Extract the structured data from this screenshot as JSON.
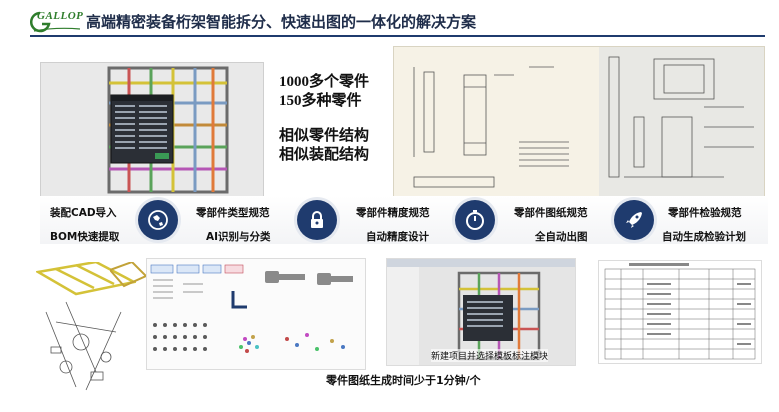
{
  "header": {
    "logo_text": "GALLOP",
    "title": "高端精密装备桁架智能拆分、快速出图的一体化的解决方案"
  },
  "stats": {
    "line1": "1000多个零件",
    "line2": "150多种零件",
    "line3": "相似零件结构",
    "line4": "相似装配结构"
  },
  "process": [
    {
      "icon": "globe-icon",
      "top": "装配CAD导入",
      "bottom": "BOM快速提取"
    },
    {
      "icon": "lock-icon",
      "top": "零部件类型规范",
      "bottom": "AI识别与分类"
    },
    {
      "icon": "timer-icon",
      "top": "零部件精度规范",
      "bottom": "自动精度设计"
    },
    {
      "icon": "rocket-icon",
      "top": "零部件图纸规范",
      "bottom": "全自动出图"
    },
    {
      "icon": "",
      "top": "零部件检验规范",
      "bottom": "自动生成检验计划"
    }
  ],
  "bottom": {
    "module_text": "新建项目并选择模板标注模块",
    "caption": "零件图纸生成时间少于1分钟/个"
  },
  "colors": {
    "brand_green": "#2f7d2c",
    "navy": "#1f3b6e"
  }
}
